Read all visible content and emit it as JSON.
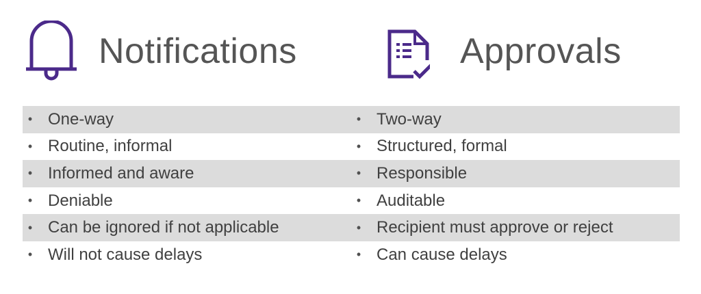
{
  "accent_color": "#4b2a8a",
  "row_shade_color": "#dcdcdc",
  "text_color": "#404040",
  "columns": [
    {
      "title": "Notifications",
      "icon": "bell-icon",
      "items": [
        "One-way",
        "Routine, informal",
        "Informed and aware",
        "Deniable",
        "Can be ignored if not applicable",
        "Will not cause delays"
      ]
    },
    {
      "title": "Approvals",
      "icon": "document-checkmark-icon",
      "items": [
        "Two-way",
        "Structured, formal",
        "Responsible",
        "Auditable",
        "Recipient must approve or reject",
        "Can cause delays"
      ]
    }
  ],
  "bullet_glyph": "•"
}
